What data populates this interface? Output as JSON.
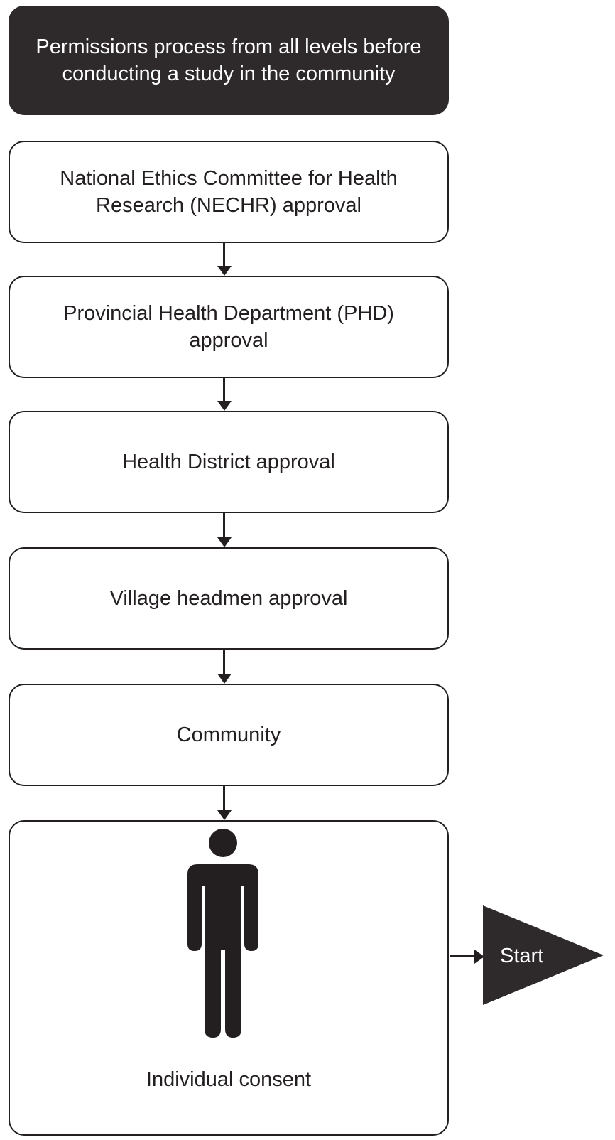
{
  "header": {
    "title": "Permissions process from all levels before conducting a study in the community"
  },
  "steps": [
    {
      "label": "National Ethics Committee for Health Research (NECHR) approval"
    },
    {
      "label": "Provincial Health Department (PHD) approval"
    },
    {
      "label": "Health District approval"
    },
    {
      "label": "Village headmen approval"
    },
    {
      "label": "Community"
    }
  ],
  "consent": {
    "label": "Individual consent",
    "icon": "person-icon"
  },
  "start": {
    "label": "Start"
  },
  "colors": {
    "header_fill": "#2e2a2b",
    "stroke": "#231f20",
    "box_fill": "#ffffff",
    "header_text": "#ffffff"
  }
}
